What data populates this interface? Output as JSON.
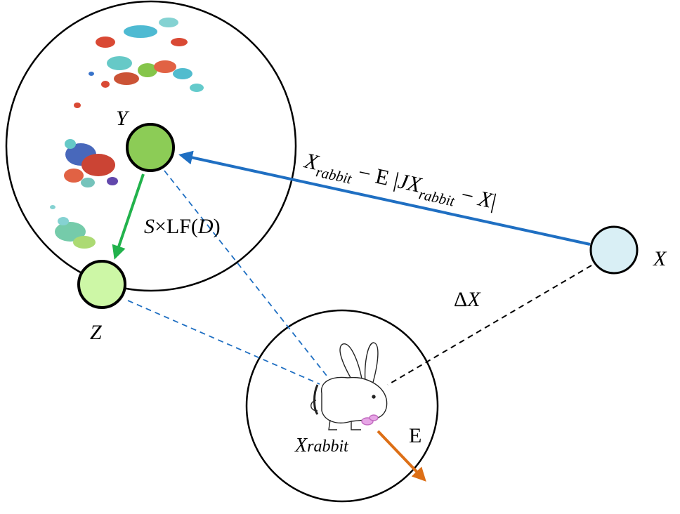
{
  "labels": {
    "y": "Y",
    "z": "Z",
    "x": "X",
    "sxlf": {
      "s": "S",
      "times": "×LF(",
      "d": "D",
      "close": ")"
    },
    "delta": {
      "sym": "Δ",
      "var": "X"
    },
    "e": "E",
    "xrabbit": {
      "main": "X",
      "sub": "rabbit"
    },
    "formula": {
      "x1": "X",
      "sub1": "rabbit",
      "mid": " − E |",
      "j": "J",
      "x2": "X",
      "sub2": "rabbit",
      "minus": " − ",
      "x3": "X",
      "end": "|"
    }
  },
  "colors": {
    "y_node": "#8ccc56",
    "z_node": "#cdf7a6",
    "x_node": "#d9eff5",
    "blue_arrow": "#1f6fc2",
    "green_arrow": "#22b24c",
    "orange_arrow": "#dd6f16",
    "dashed_blue": "#1f6fc2",
    "dashed_black": "#000000"
  },
  "icons": {
    "prey_blobs": "multicolor-blob-cluster-icon",
    "rabbit": "rabbit-sketch-icon"
  }
}
